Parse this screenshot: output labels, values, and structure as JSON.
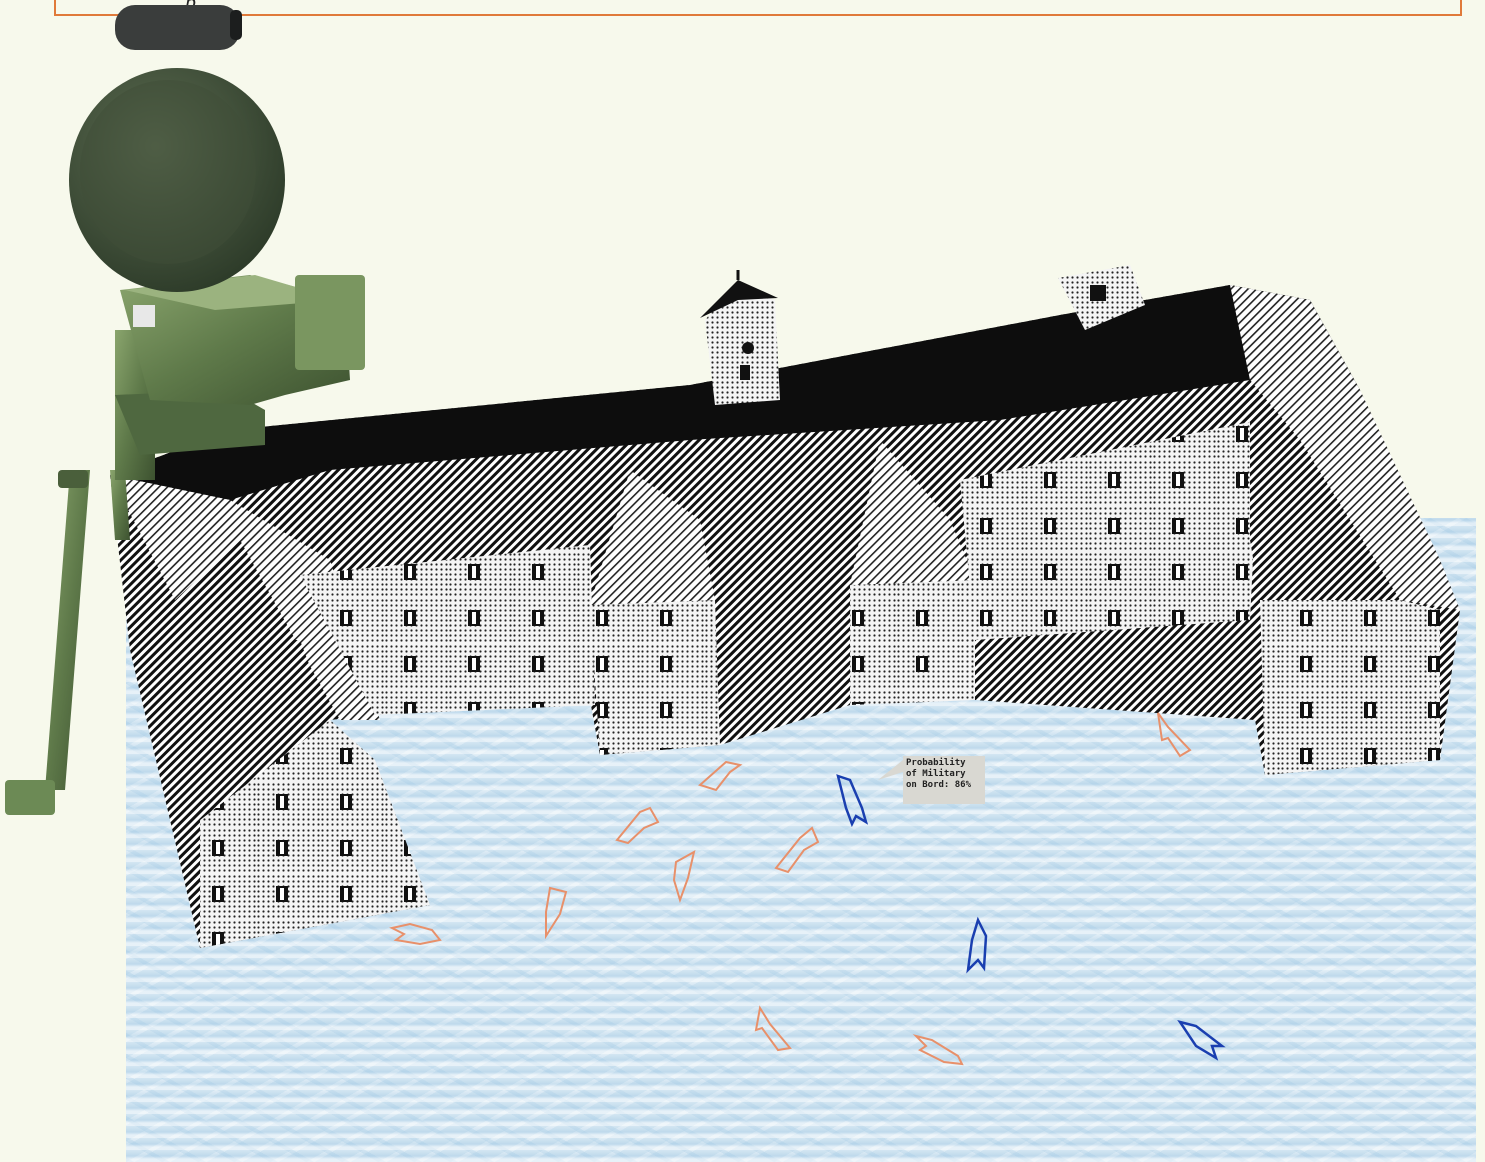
{
  "banner": {
    "text": "p"
  },
  "callout": {
    "lines": [
      "Probability",
      "of Military",
      "on Bord: 86%"
    ]
  },
  "colors": {
    "background": "#f7f9ec",
    "banner_border": "#e07a3a",
    "water": "#c9e0ef",
    "civil_vessel": "#e8906a",
    "military_vessel": "#1a3fb0",
    "radar_green": "#5f7a4a"
  },
  "icons": {
    "radar": "radar-antenna-on-tripod",
    "building": "halftone-palace-building",
    "vessel": "boat-marker-icon"
  }
}
